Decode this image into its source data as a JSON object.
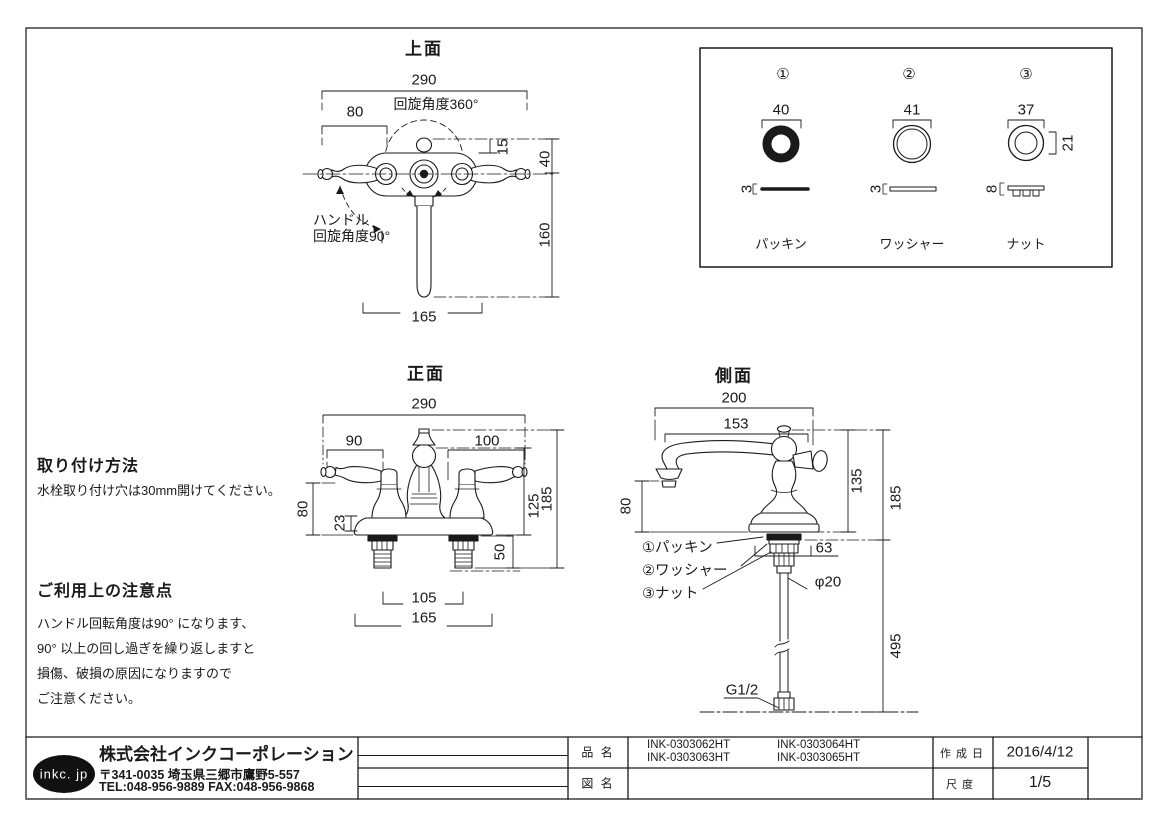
{
  "page": {
    "bg": "#ffffff",
    "line_color": "#1a1a1a",
    "border_color": "#5a5a5a"
  },
  "views": {
    "top": {
      "title": "上面",
      "dim_290": "290",
      "dim_80": "80",
      "rotation_label": "回旋角度360°",
      "dim_15": "15",
      "dim_40": "40",
      "dim_160": "160",
      "dim_165": "165",
      "handle_label_line1": "ハンドル",
      "handle_label_line2": "回旋角度90°"
    },
    "front": {
      "title": "正面",
      "dim_290": "290",
      "dim_90": "90",
      "dim_100": "100",
      "dim_80": "80",
      "dim_23": "23",
      "dim_125": "125",
      "dim_185": "185",
      "dim_50": "50",
      "dim_105": "105",
      "dim_165": "165"
    },
    "side": {
      "title": "側面",
      "dim_200": "200",
      "dim_153": "153",
      "dim_135": "135",
      "dim_185": "185",
      "dim_80": "80",
      "dim_63": "63",
      "dim_phi20": "φ20",
      "dim_495": "495",
      "dim_g": "G1/2",
      "callout_1": "①パッキン",
      "callout_2": "②ワッシャー",
      "callout_3": "③ナット"
    },
    "parts_box": {
      "items": [
        {
          "num": "①",
          "diameter": "40",
          "thickness": "3",
          "label": "パッキン"
        },
        {
          "num": "②",
          "diameter": "41",
          "thickness": "3",
          "label": "ワッシャー"
        },
        {
          "num": "③",
          "diameter": "37",
          "thickness": "8",
          "inner_diameter": "21",
          "label": "ナット"
        }
      ]
    }
  },
  "notes": {
    "install_title": "取り付け方法",
    "install_body": "水栓取り付け穴は30mm開けてください。",
    "caution_title": "ご利用上の注意点",
    "caution_lines": [
      "ハンドル回転角度は90° になります、",
      "90° 以上の回し過ぎを繰り返しますと",
      "損傷、破損の原因になりますので",
      "ご注意ください。"
    ]
  },
  "title_block": {
    "logo": "inkc. jp",
    "company": "株式会社インクコーポレーション",
    "address": "〒341-0035 埼玉県三郷市鷹野5-557",
    "phone": "TEL:048-956-9889  FAX:048-956-9868",
    "product_label": "品 名",
    "drawing_label": "図 名",
    "product_numbers": [
      [
        "INK-0303062HT",
        "INK-0303064HT"
      ],
      [
        "INK-0303063HT",
        "INK-0303065HT"
      ]
    ],
    "date_label": "作 成 日",
    "date_value": "2016/4/12",
    "scale_label": "尺 度",
    "scale_value": "1/5"
  }
}
